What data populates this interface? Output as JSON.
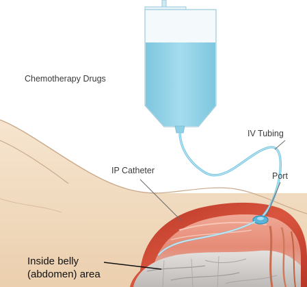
{
  "labels": {
    "chemotherapy_drugs": "Chemotherapy Drugs",
    "iv_tubing": "IV Tubing",
    "ip_catheter": "IP Catheter",
    "port": "Port",
    "inside_belly_line1": "Inside  belly",
    "inside_belly_line2": "(abdomen) area"
  },
  "colors": {
    "iv_bag_fluid": "#8fd0e6",
    "iv_bag_empty": "#f4fafc",
    "tubing": "#7fc8e2",
    "skin": "#f2dcc0",
    "skin_outline": "#c9a98a",
    "abdomen_wall": "#c9412e",
    "abdomen_inner": "#e79d8b",
    "intestines": "#cfcfcf",
    "port": "#5ab4d8"
  },
  "icons": [
    "iv-bag-icon",
    "iv-tubing-icon",
    "port-icon",
    "ip-catheter-icon",
    "abdomen-icon",
    "leader-line-icon"
  ]
}
